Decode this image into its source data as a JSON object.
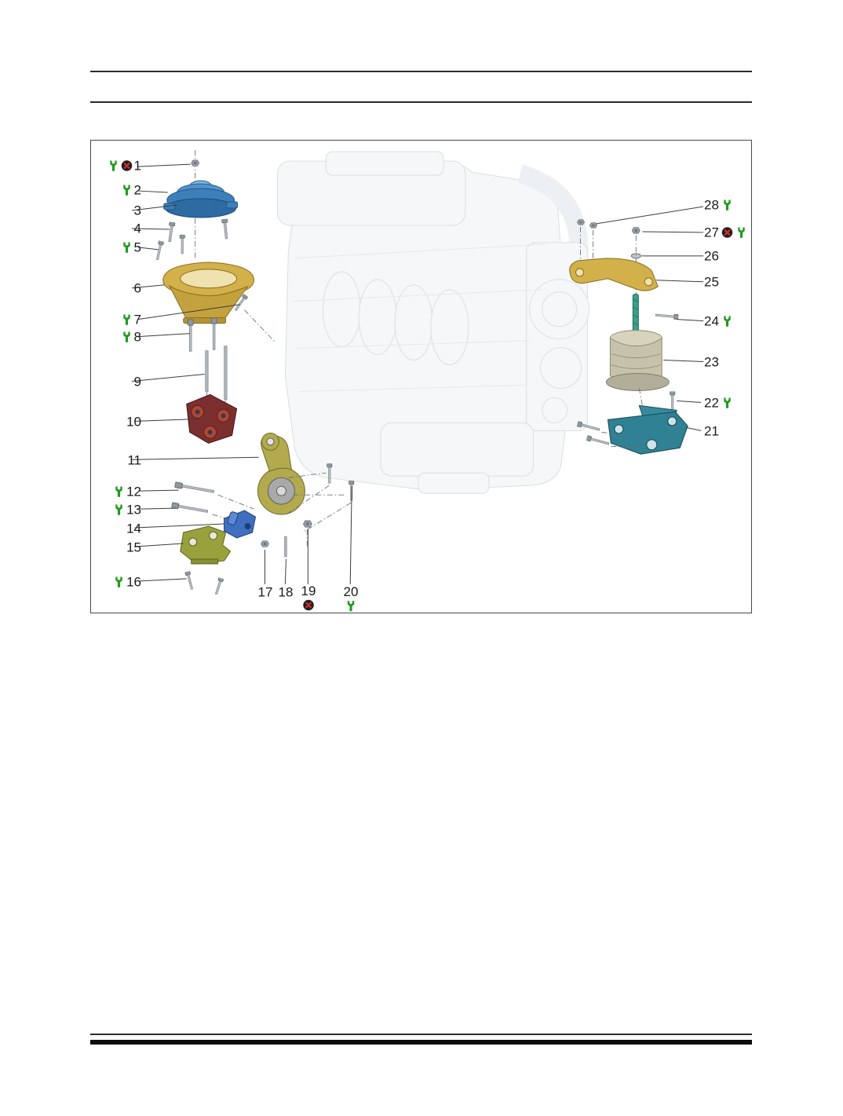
{
  "figure": {
    "callouts": {
      "left": [
        {
          "num": "1",
          "icons": [
            "wrench",
            "cross"
          ]
        },
        {
          "num": "2",
          "icons": [
            "wrench"
          ]
        },
        {
          "num": "3",
          "icons": []
        },
        {
          "num": "4",
          "icons": []
        },
        {
          "num": "5",
          "icons": [
            "wrench"
          ]
        },
        {
          "num": "6",
          "icons": []
        },
        {
          "num": "7",
          "icons": [
            "wrench"
          ]
        },
        {
          "num": "8",
          "icons": [
            "wrench"
          ]
        },
        {
          "num": "9",
          "icons": []
        },
        {
          "num": "10",
          "icons": []
        },
        {
          "num": "11",
          "icons": []
        },
        {
          "num": "12",
          "icons": [
            "wrench"
          ]
        },
        {
          "num": "13",
          "icons": [
            "wrench"
          ]
        },
        {
          "num": "14",
          "icons": []
        },
        {
          "num": "15",
          "icons": []
        },
        {
          "num": "16",
          "icons": [
            "wrench"
          ]
        }
      ],
      "bottom": [
        {
          "num": "17",
          "icons": []
        },
        {
          "num": "18",
          "icons": []
        },
        {
          "num": "19",
          "icons": [
            "cross"
          ]
        },
        {
          "num": "20",
          "icons": [
            "wrench"
          ]
        }
      ],
      "right": [
        {
          "num": "28",
          "icons": [
            "wrench"
          ]
        },
        {
          "num": "27",
          "icons": [
            "cross",
            "wrench"
          ]
        },
        {
          "num": "26",
          "icons": []
        },
        {
          "num": "25",
          "icons": []
        },
        {
          "num": "24",
          "icons": [
            "wrench"
          ]
        },
        {
          "num": "23",
          "icons": []
        },
        {
          "num": "22",
          "icons": [
            "wrench"
          ]
        },
        {
          "num": "21",
          "icons": []
        }
      ]
    },
    "icons": {
      "wrench": "green-wrench-marker",
      "cross": "dark-circle-red-x-marker"
    }
  },
  "colors": {
    "wrench_green": "#1f9a1f",
    "cross_circle": "#1f1f1f",
    "cross_red": "#d02a2a",
    "mount_blue": "#3c7fba",
    "bracket_gold": "#d2b04a",
    "bracket_maroon": "#7c2f2f",
    "strut_olive": "#b2aa4d",
    "bracket_blue_small": "#3f6fc0",
    "bracket_olive": "#99a13c",
    "mount_tan": "#c7c2aa",
    "bracket_teal": "#2f8193",
    "engine_ghost": "#eef1f3"
  }
}
